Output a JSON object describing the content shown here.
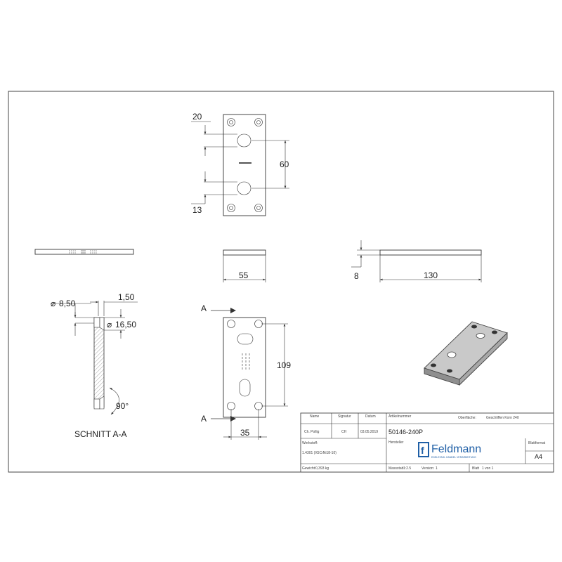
{
  "dimensions": {
    "top_hole_offset": "20",
    "slot_spacing": "60",
    "bottom_hole_offset": "13",
    "width_55": "55",
    "thickness": "8",
    "length": "130",
    "hole_dia": "8,50",
    "countersink_depth": "1,50",
    "countersink_dia": "16,50",
    "countersink_angle": "90°",
    "hole_spacing": "109",
    "hole_spacing_w": "35"
  },
  "section": {
    "marker": "A",
    "label": "SCHNITT A-A"
  },
  "title_block": {
    "headers": {
      "name": "Name",
      "signature": "Signatur",
      "date": "Datum",
      "article_no": "Artikelnummer",
      "surface": "Oberfläche:",
      "material": "Werkstoff:",
      "manufacturer": "Hersteller",
      "format": "Blattformat",
      "weight": "Gewicht:",
      "scale": "Massstab:",
      "version": "Version:",
      "sheet": "Blatt"
    },
    "values": {
      "name": "Ch. Pollig",
      "signature": "CH",
      "date": "03.05.2019",
      "article_no": "50146-240P",
      "surface": "Geschliffen Korn 240",
      "material": "1.4301 (X5CrNi18-10)",
      "format": "A4",
      "weight": "0,393 kg",
      "scale": "1:2.5",
      "version": "1",
      "sheet": "1 von 1"
    },
    "logo": {
      "name": "Feldmann",
      "tagline": "EDELSTAHL HANDEL VERARBEITUNG",
      "color": "#1f5fa6"
    }
  }
}
